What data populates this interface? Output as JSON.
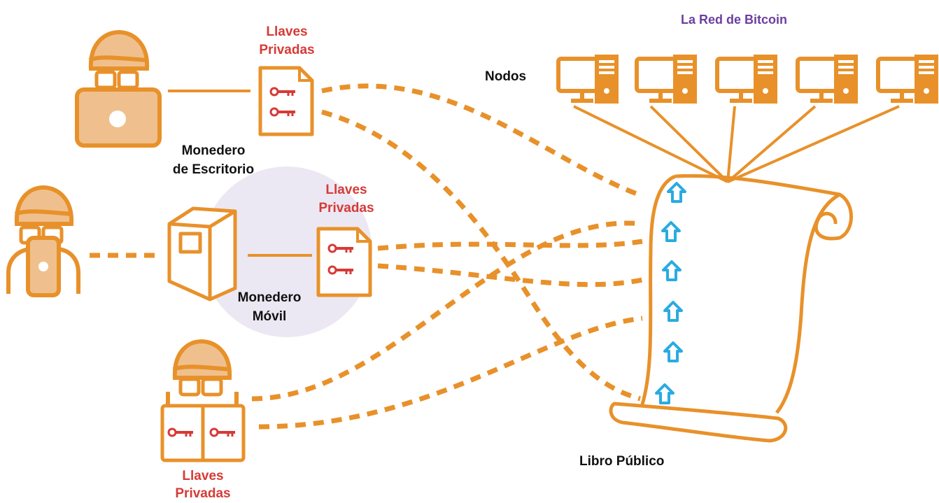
{
  "network": {
    "title": "La Red de Bitcoin",
    "nodes_label": "Nodos",
    "node_count": 5
  },
  "ledger": {
    "label": "Libro Público",
    "block_count": 6
  },
  "wallets": {
    "desktop": {
      "label_line1": "Monedero",
      "label_line2": "de Escritorio"
    },
    "mobile": {
      "label_line1": "Monedero",
      "label_line2": "Móvil"
    },
    "paper": {}
  },
  "keys": {
    "desktop": {
      "line1": "Llaves",
      "line2": "Privadas"
    },
    "mobile": {
      "line1": "Llaves",
      "line2": "Privadas"
    },
    "paper": {
      "line1": "Llaves",
      "line2": "Privadas"
    }
  },
  "colors": {
    "orange": "#e8912a",
    "orange_fill": "#efc08d",
    "key_red": "#d63a36",
    "block_blue": "#29abe2",
    "highlight_circle": "#ece8f3",
    "title_purple": "#6b3fa0"
  },
  "icons": [
    "user-icon",
    "laptop-icon",
    "phone-icon",
    "wallet-server-icon",
    "key-document-icon",
    "key-icon",
    "paper-wallet-icon",
    "computer-node-icon",
    "scroll-ledger-icon",
    "block-arrow-icon"
  ]
}
